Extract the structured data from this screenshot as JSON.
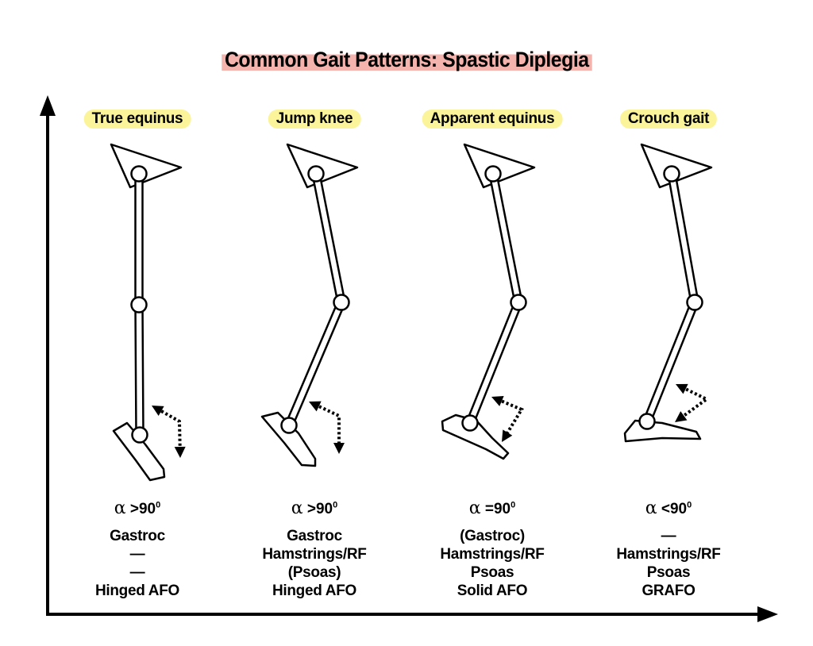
{
  "title": "Common Gait Patterns: Spastic Diplegia",
  "patterns": [
    {
      "label": "True equinus",
      "angle_symbol": "α",
      "angle_relation": ">90",
      "angle_unit": "0",
      "lines": [
        "Gastroc",
        "—",
        "—",
        "Hinged AFO"
      ]
    },
    {
      "label": "Jump knee",
      "angle_symbol": "α",
      "angle_relation": ">90",
      "angle_unit": "0",
      "lines": [
        "Gastroc",
        "Hamstrings/RF",
        "(Psoas)",
        "Hinged AFO"
      ]
    },
    {
      "label": "Apparent equinus",
      "angle_symbol": "α",
      "angle_relation": "=90",
      "angle_unit": "0",
      "lines": [
        "(Gastroc)",
        "Hamstrings/RF",
        "Psoas",
        "Solid AFO"
      ]
    },
    {
      "label": "Crouch gait",
      "angle_symbol": "α",
      "angle_relation": "<90",
      "angle_unit": "0",
      "lines": [
        "—",
        "Hamstrings/RF",
        "Psoas",
        "GRAFO"
      ]
    }
  ],
  "colors": {
    "title_highlight": "#f4b3ad",
    "label_highlight": "#fbf49a",
    "ink": "#000000"
  }
}
